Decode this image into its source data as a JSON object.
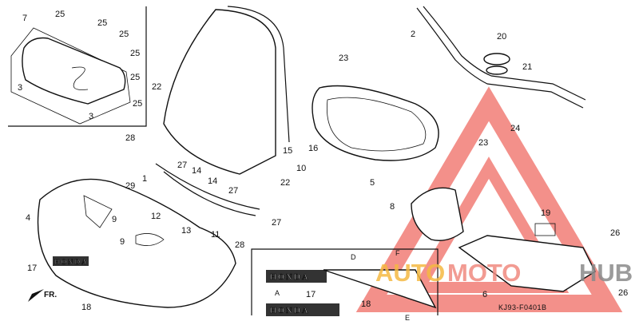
{
  "diagram_code": "KJ93-F0401B",
  "direction_arrow": "FR.",
  "emblem_text": "HONDA",
  "labels": {
    "p1": "1",
    "p2": "2",
    "p3": "3",
    "p4": "4",
    "p5": "5",
    "p6": "6",
    "p7": "7",
    "p8": "8",
    "p9": "9",
    "p10": "10",
    "p11": "11",
    "p12": "12",
    "p13": "13",
    "p14": "14",
    "p15": "15",
    "p16": "16",
    "p17": "17",
    "p18": "18",
    "p19": "19",
    "p20": "20",
    "p21": "21",
    "p22": "22",
    "p23": "23",
    "p24": "24",
    "p25": "25",
    "p26": "26",
    "p27": "27",
    "p28": "28",
    "p29": "29",
    "A": "A",
    "D": "D",
    "E": "E",
    "F": "F"
  },
  "watermark": {
    "part1": "AUTO",
    "part2": "MOTO",
    "part3": "HUB",
    "color1": "#f5b942",
    "color2": "#f08a80",
    "color3": "#8a8a8a",
    "logo_color": "#ef6b63"
  }
}
